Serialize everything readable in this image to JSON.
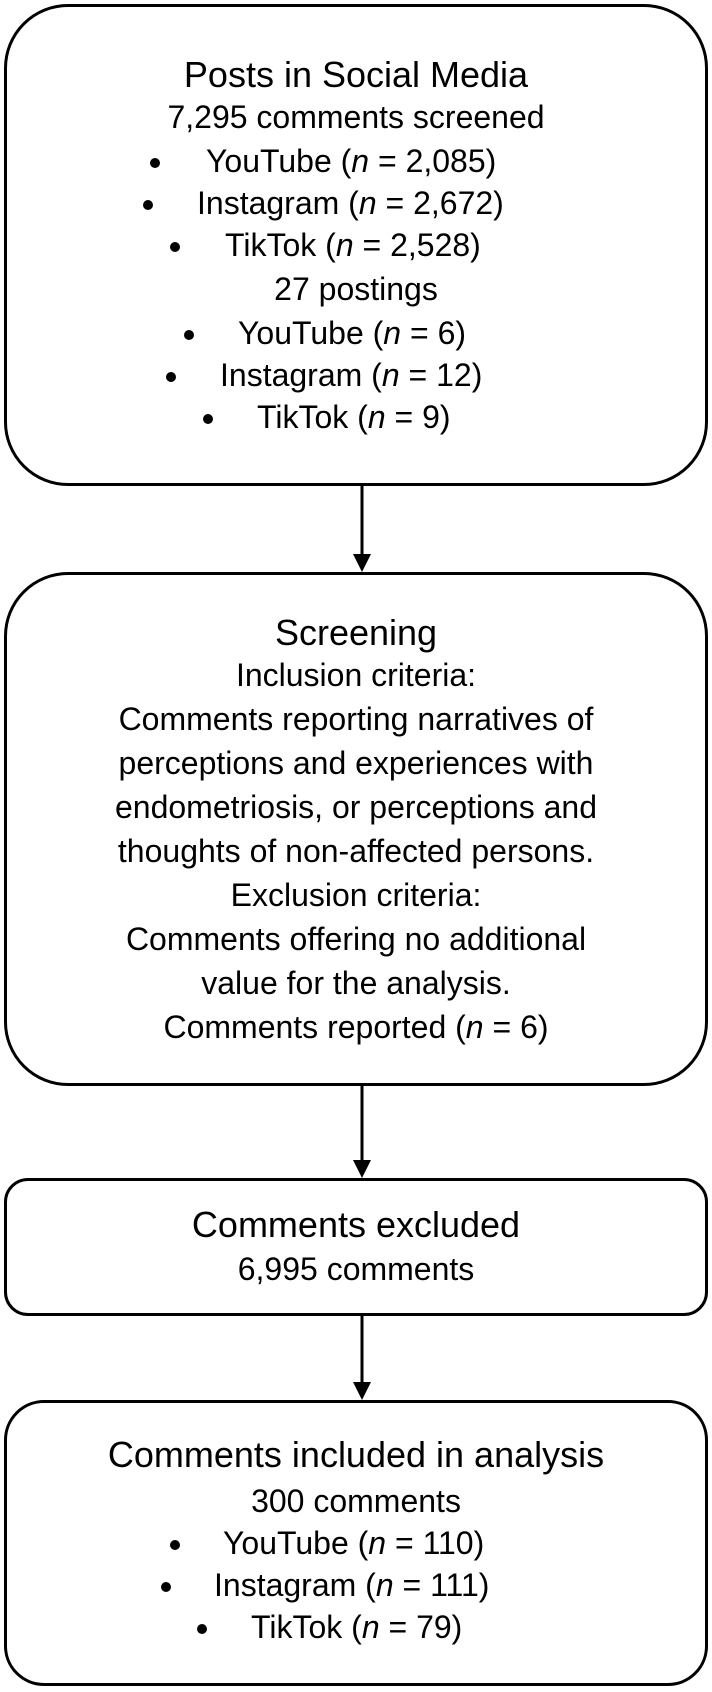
{
  "posts_box": {
    "title": "Posts in Social Media",
    "comments_screened": "7,295 comments screened",
    "comment_platforms": [
      {
        "name": "YouTube",
        "n": "2,085"
      },
      {
        "name": "Instagram",
        "n": "2,672"
      },
      {
        "name": "TikTok",
        "n": "2,528"
      }
    ],
    "postings": "27 postings",
    "posting_platforms": [
      {
        "name": "YouTube",
        "n": "6"
      },
      {
        "name": "Instagram",
        "n": "12"
      },
      {
        "name": "TikTok",
        "n": "9"
      }
    ]
  },
  "screening_box": {
    "title": "Screening",
    "inclusion_heading": "Inclusion criteria:",
    "inclusion_lines": [
      "Comments reporting narratives of",
      "perceptions and experiences with",
      "endometriosis, or perceptions and",
      "thoughts of non-affected persons."
    ],
    "exclusion_heading": "Exclusion criteria:",
    "exclusion_lines": [
      "Comments offering no additional",
      "value for the analysis."
    ],
    "reported": {
      "label": "Comments reported",
      "n": "6"
    }
  },
  "excluded_box": {
    "title": "Comments excluded",
    "count": "6,995 comments"
  },
  "included_box": {
    "title": "Comments included in analysis",
    "count": "300 comments",
    "platforms": [
      {
        "name": "YouTube",
        "n": "110"
      },
      {
        "name": "Instagram",
        "n": "111"
      },
      {
        "name": "TikTok",
        "n": "79"
      }
    ]
  },
  "n_symbol": "n",
  "equals": "="
}
